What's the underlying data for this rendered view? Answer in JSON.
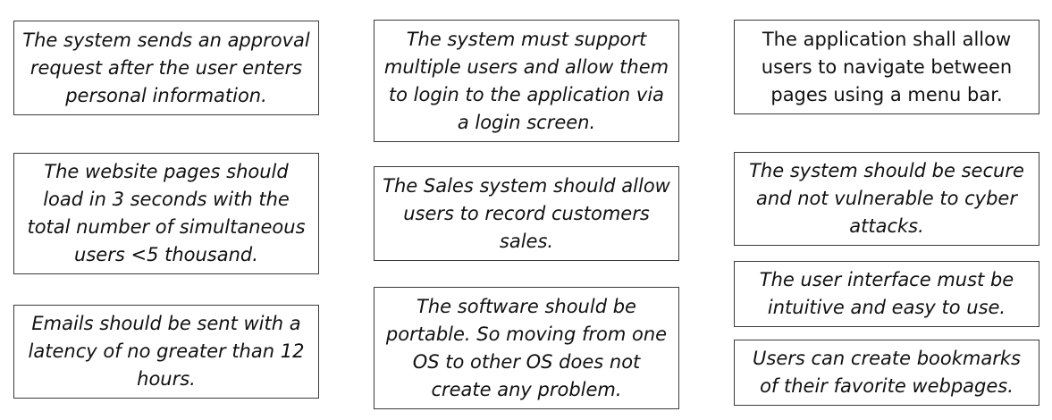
{
  "cards": [
    {
      "text": "The system sends an approval request after the user enters personal information."
    },
    {
      "text": "The website pages should load in 3 seconds with the total number of simultaneous users <5 thousand."
    },
    {
      "text": "Emails should be sent with a latency of no greater than 12 hours."
    },
    {
      "text": "The system must support multiple users and allow them to login to the application via a login screen."
    },
    {
      "text": "The Sales system should allow users to record customers sales."
    },
    {
      "text": "The software should be portable. So moving from one OS to other OS does not create any problem."
    },
    {
      "text": "The application shall allow users to navigate between pages using a menu bar."
    },
    {
      "text": "The system should be secure and not vulnerable to cyber attacks."
    },
    {
      "text": "The user interface must be intuitive and easy to use."
    },
    {
      "text": "Users can create bookmarks of their favorite webpages."
    }
  ]
}
